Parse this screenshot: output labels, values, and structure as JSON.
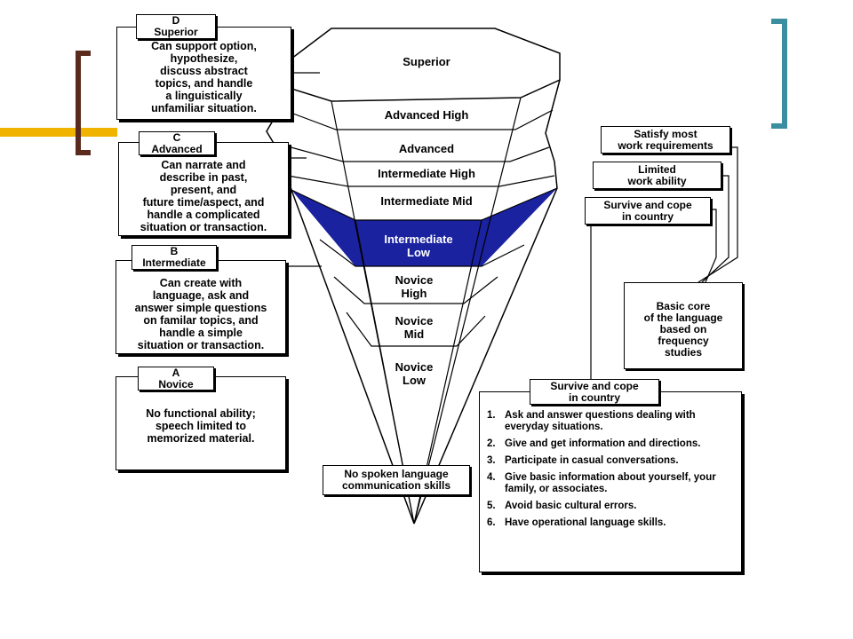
{
  "colors": {
    "highlight_level": "#1a22a0",
    "bracket_left": "#5a2a1e",
    "bracket_right": "#3a8ea0",
    "accent_line": "#f0b400"
  },
  "levels": {
    "superior": "Superior",
    "advanced_high": "Advanced High",
    "advanced": "Advanced",
    "intermediate_high": "Intermediate High",
    "intermediate_mid": "Intermediate Mid",
    "intermediate_low": [
      "Intermediate",
      "Low"
    ],
    "novice_high": [
      "Novice",
      "High"
    ],
    "novice_mid": [
      "Novice",
      "Mid"
    ],
    "novice_low": [
      "Novice",
      "Low"
    ]
  },
  "bottom_label": [
    "No spoken language",
    "communication skills"
  ],
  "left_boxes": [
    {
      "tab": [
        "D",
        "Superior"
      ],
      "lines": [
        "Can support option,",
        "hypothesize,",
        "discuss abstract",
        "topics,  and handle",
        "a  linguistically",
        "unfamiliar situation."
      ]
    },
    {
      "tab": [
        "C",
        "Advanced"
      ],
      "lines": [
        "Can narrate and",
        "describe in past,",
        "present, and",
        "future time/aspect, and",
        "handle a complicated",
        "situation or transaction."
      ]
    },
    {
      "tab": [
        "B",
        "Intermediate"
      ],
      "lines": [
        "Can create with",
        "language, ask and",
        "answer simple questions",
        "on familar topics, and",
        "handle a simple",
        "situation or transaction."
      ]
    },
    {
      "tab": [
        "A",
        "Novice"
      ],
      "lines": [
        "No functional ability;",
        "speech limited to",
        "memorized material."
      ]
    }
  ],
  "right_labels": {
    "satisfy": [
      "Satisfy most",
      "work requirements"
    ],
    "limited": [
      "Limited",
      "work ability"
    ],
    "survive_top": [
      "Survive and cope",
      "in country"
    ],
    "basic_core": [
      "Basic core",
      "of the language",
      "based on",
      "frequency",
      "studies"
    ]
  },
  "survive_box": {
    "tab": [
      "Survive and cope",
      "in country"
    ],
    "items": [
      {
        "num": "1.",
        "text": "Ask and answer questions dealing with everyday situations."
      },
      {
        "num": "2.",
        "text": "Give and get information and directions."
      },
      {
        "num": "3.",
        "text": "Participate in casual conversations."
      },
      {
        "num": "4.",
        "text": "Give basic information about yourself, your family, or associates."
      },
      {
        "num": "5.",
        "text": "Avoid basic cultural errors."
      },
      {
        "num": "6.",
        "text": "Have operational language skills."
      }
    ]
  }
}
